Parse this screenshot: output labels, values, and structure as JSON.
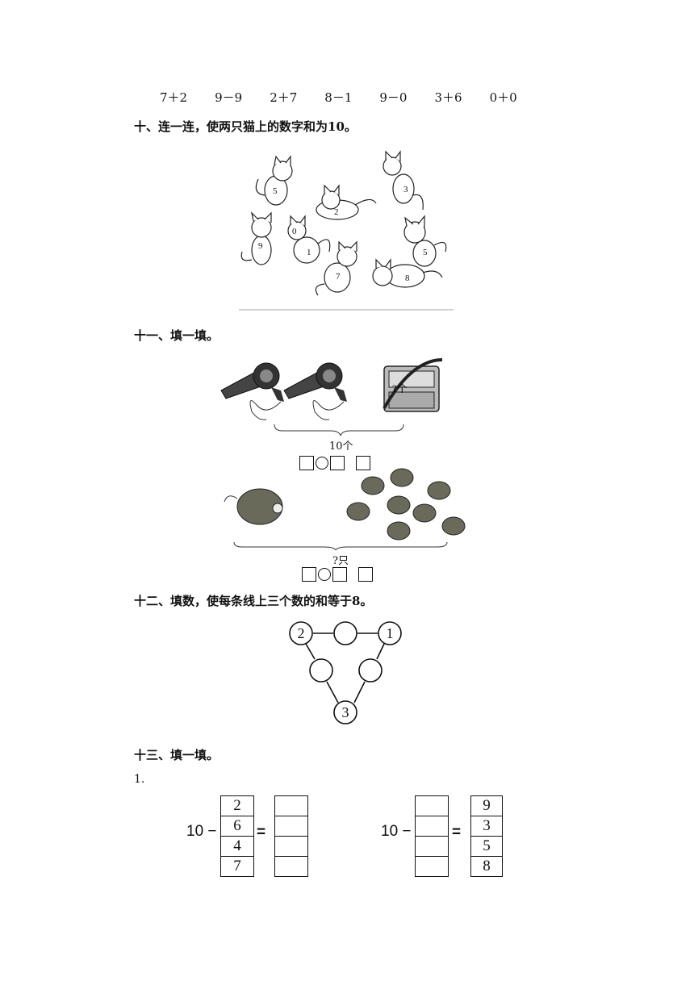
{
  "expressions": [
    "7＋2",
    "9－9",
    "2＋7",
    "8－1",
    "9－0",
    "3＋6",
    "0＋0"
  ],
  "section10": {
    "heading": "十、连一连，使两只猫上的数字和为10。",
    "cats": [
      "5",
      "2",
      "3",
      "9",
      "0",
      "1",
      "7",
      "5",
      "8"
    ]
  },
  "section11": {
    "heading": "十一、填一填。",
    "bag_label": "?个",
    "total_label": "10个",
    "mice_label": "?只"
  },
  "section12": {
    "heading": "十二、填数，使每条线上三个数的和等于8。",
    "nodes": {
      "top_left": "2",
      "top_right": "1",
      "bottom": "3"
    }
  },
  "section13": {
    "heading": "十三、填一填。",
    "item": "1.",
    "left_eq": {
      "minuend": "10 −",
      "column": [
        "2",
        "6",
        "4",
        "7"
      ],
      "equals": "="
    },
    "right_eq": {
      "minuend": "10 −",
      "equals": "=",
      "results": [
        "9",
        "3",
        "5",
        "8"
      ]
    }
  }
}
